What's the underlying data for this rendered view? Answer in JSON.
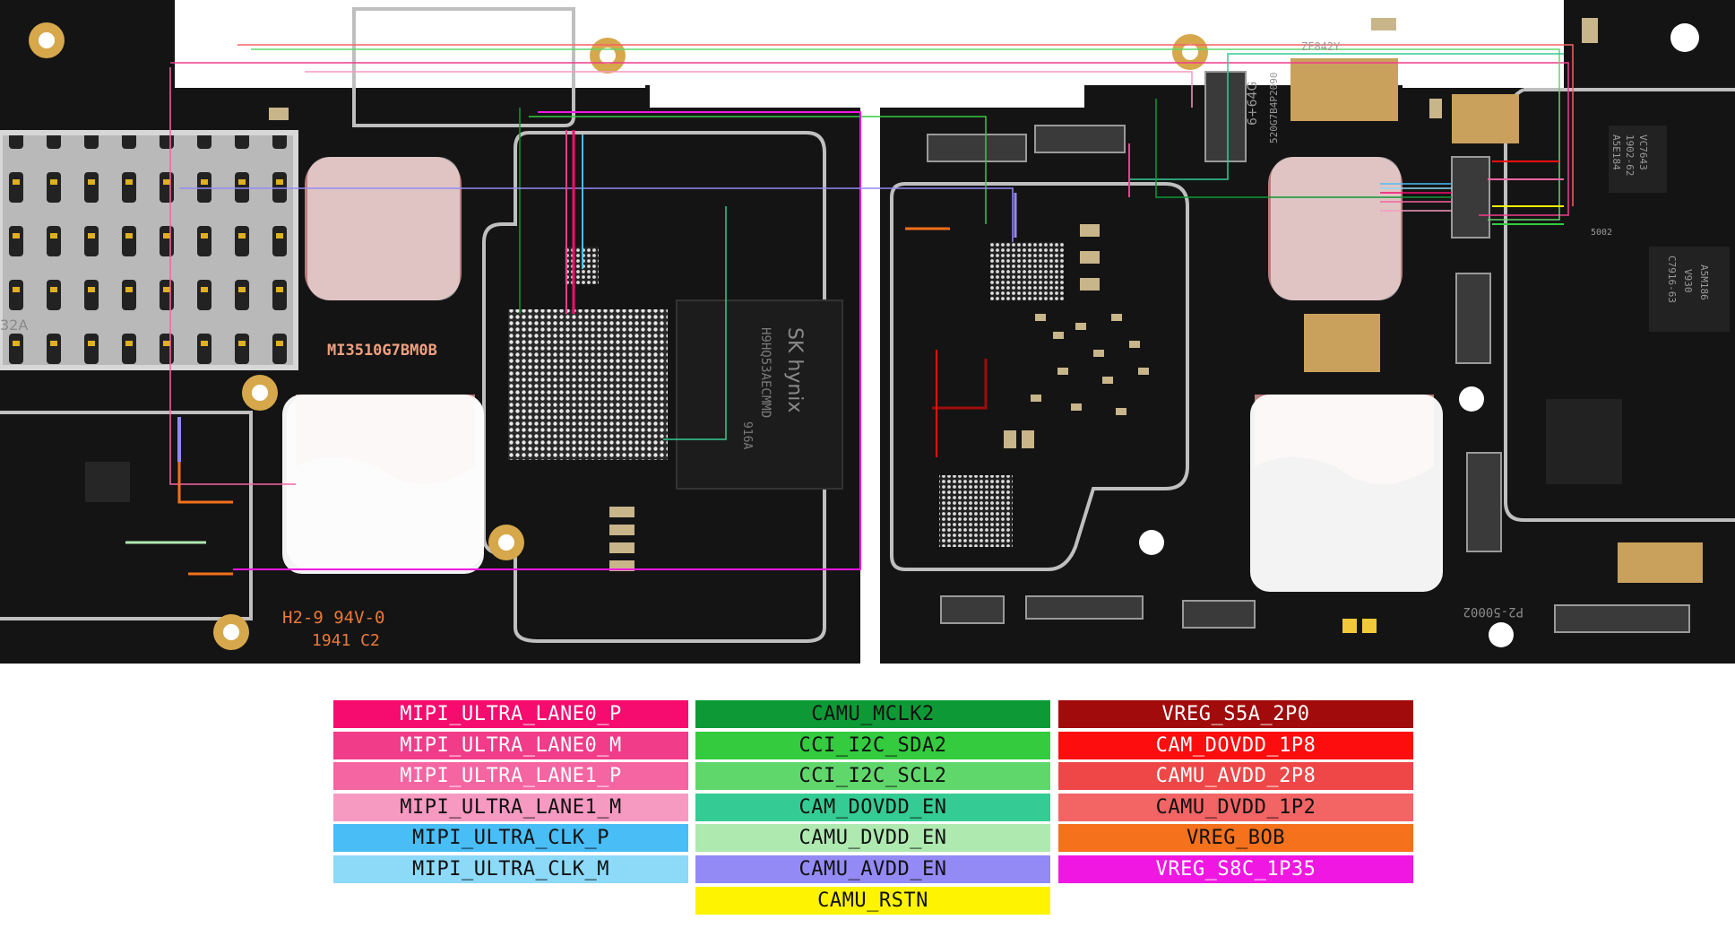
{
  "board": {
    "silkscreen": [
      {
        "id": "board-marking",
        "text": "MI3510G7BM0B",
        "color": "#f0a080"
      },
      {
        "id": "board-code",
        "text": "H2-9 94V-0",
        "color": "#e87a3a"
      },
      {
        "id": "board-date",
        "text": "1941 C2",
        "color": "#e87a3a"
      },
      {
        "id": "sim-label",
        "text": "32A",
        "color": "#8a8a8a"
      },
      {
        "id": "memory-brand",
        "text": "SK hynix",
        "color": "#8a8a8a"
      },
      {
        "id": "memory-part",
        "text": "H9HQ53AECMMD",
        "color": "#7a7a7a"
      },
      {
        "id": "memory-lot",
        "text": "916A",
        "color": "#7a7a7a"
      },
      {
        "id": "ram-label",
        "text": "6+64G",
        "color": "#9a9a9a"
      },
      {
        "id": "ram-part",
        "text": "520G7B4P2090",
        "color": "#9a9a9a"
      },
      {
        "id": "ic-label-1",
        "text": "ZF842Y",
        "color": "#9a9a9a"
      },
      {
        "id": "ic-label-2",
        "text": "VC7643",
        "color": "#9a9a9a"
      },
      {
        "id": "ic-label-3",
        "text": "1902-62",
        "color": "#9a9a9a"
      },
      {
        "id": "ic-label-4",
        "text": "A5E184",
        "color": "#9a9a9a"
      },
      {
        "id": "ic-label-5",
        "text": "5002",
        "color": "#9a9a9a"
      },
      {
        "id": "ic-label-6",
        "text": "C7916-63",
        "color": "#9a9a9a"
      },
      {
        "id": "ic-label-7",
        "text": "V930",
        "color": "#9a9a9a"
      },
      {
        "id": "ic-label-8",
        "text": "A5M186",
        "color": "#9a9a9a"
      },
      {
        "id": "board-id",
        "text": "P2-50002",
        "color": "#8a8a8a"
      }
    ]
  },
  "legend": {
    "columns": [
      [
        {
          "label": "MIPI_ULTRA_LANE0_P",
          "color": "#f50c6e",
          "text_color": "#ffffff"
        },
        {
          "label": "MIPI_ULTRA_LANE0_M",
          "color": "#f13c8a",
          "text_color": "#ffffff"
        },
        {
          "label": "MIPI_ULTRA_LANE1_P",
          "color": "#f565a2",
          "text_color": "#ffffff"
        },
        {
          "label": "MIPI_ULTRA_LANE1_M",
          "color": "#f69ac2",
          "text_color": "#111111"
        },
        {
          "label": "MIPI_ULTRA_CLK_P",
          "color": "#48bdf6",
          "text_color": "#111111"
        },
        {
          "label": "MIPI_ULTRA_CLK_M",
          "color": "#8cd9f8",
          "text_color": "#111111"
        }
      ],
      [
        {
          "label": "CAMU_MCLK2",
          "color": "#0d9a36",
          "text_color": "#111111"
        },
        {
          "label": "CCI_I2C_SDA2",
          "color": "#34cb3f",
          "text_color": "#111111"
        },
        {
          "label": "CCI_I2C_SCL2",
          "color": "#60d76b",
          "text_color": "#111111"
        },
        {
          "label": "CAM_DOVDD_EN",
          "color": "#34cc94",
          "text_color": "#111111"
        },
        {
          "label": "CAMU_DVDD_EN",
          "color": "#aee9b0",
          "text_color": "#111111"
        },
        {
          "label": "CAMU_AVDD_EN",
          "color": "#938af5",
          "text_color": "#111111"
        },
        {
          "label": "CAMU_RSTN",
          "color": "#fef300",
          "text_color": "#111111"
        }
      ],
      [
        {
          "label": "VREG_S5A_2P0",
          "color": "#a10b0b",
          "text_color": "#ffffff"
        },
        {
          "label": "CAM_DOVDD_1P8",
          "color": "#fd0d0d",
          "text_color": "#ffffff"
        },
        {
          "label": "CAMU_AVDD_2P8",
          "color": "#ef4747",
          "text_color": "#ffffff"
        },
        {
          "label": "CAMU_DVDD_1P2",
          "color": "#f36464",
          "text_color": "#111111"
        },
        {
          "label": "VREG_BOB",
          "color": "#f5711c",
          "text_color": "#111111"
        },
        {
          "label": "VREG_S8C_1P35",
          "color": "#f017e2",
          "text_color": "#ffffff"
        }
      ]
    ]
  }
}
